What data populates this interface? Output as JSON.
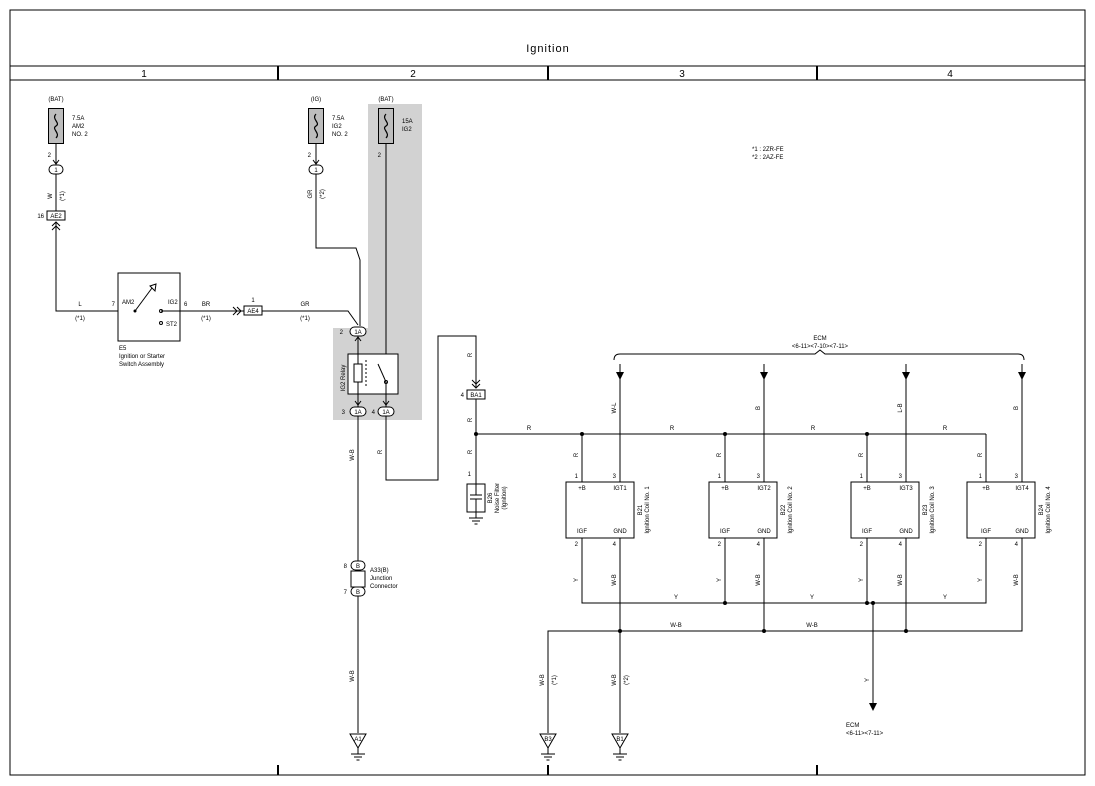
{
  "title": "Ignition",
  "zones": [
    "1",
    "2",
    "3",
    "4"
  ],
  "notes": {
    "n1": "*1 : 2ZR-FE",
    "n2": "*2 : 2AZ-FE"
  },
  "fuses": {
    "am2": {
      "source": "(BAT)",
      "l1": "7.5A",
      "l2": "AM2",
      "l3": "NO. 2",
      "pin": "2",
      "conn": "1"
    },
    "ig2no2": {
      "source": "(IG)",
      "l1": "7.5A",
      "l2": "IG2",
      "l3": "NO. 2",
      "pin": "2",
      "conn": "1"
    },
    "ig2": {
      "source": "(BAT)",
      "l1": "15A",
      "l2": "IG2",
      "pin": "2"
    }
  },
  "wires": {
    "w": "W",
    "w_var": "(*1)",
    "gr": "GR",
    "gr_var": "(*2)",
    "l": "L",
    "l_var": "(*1)",
    "br": "BR",
    "br_var": "(*1)",
    "gr2": "GR",
    "gr2_var": "(*1)",
    "wb": "W-B",
    "r": "R",
    "wl": "W-L",
    "b": "B",
    "lb": "L-B",
    "y": "Y",
    "wb_var1": "(*1)",
    "wb_var2": "(*2)"
  },
  "connectors": {
    "ae2": {
      "pin": "16",
      "name": "AE2"
    },
    "ae4": {
      "pin": "1",
      "name": "AE4"
    },
    "ba1": {
      "pin": "4",
      "name": "BA1"
    },
    "j1a_top": {
      "pin": "2",
      "name": "1A"
    },
    "j1a_left": {
      "pin": "3",
      "name": "1A"
    },
    "j1a_right": {
      "pin": "4",
      "name": "1A"
    },
    "jb_top": {
      "pin": "8",
      "name": "B"
    },
    "jb_bot": {
      "pin": "7",
      "name": "B"
    }
  },
  "switch": {
    "code": "E5",
    "name1": "Ignition or Starter",
    "name2": "Switch Assembly",
    "am2": "AM2",
    "ig2": "IG2",
    "st2": "ST2",
    "pin_am2": "7",
    "pin_ig2": "6"
  },
  "relay": {
    "name": "IG2 Relay"
  },
  "junction": {
    "code": "A33(B)",
    "name1": "Junction",
    "name2": "Connector"
  },
  "noise_filter": {
    "code": "B26",
    "name1": "Noise Filter",
    "name2": "(Ignition)",
    "pin": "1"
  },
  "ecm": {
    "label": "ECM",
    "refs": "<6-11><7-10><7-11>",
    "label_bottom": "ECM",
    "refs_bottom": "<6-11><7-11>"
  },
  "coils": [
    {
      "code": "B21",
      "name": "Ignition Coil No. 1",
      "b": "+B",
      "igt": "IGT1",
      "igf": "IGF",
      "gnd": "GND",
      "p1": "1",
      "p2": "3",
      "p3": "2",
      "p4": "4"
    },
    {
      "code": "B22",
      "name": "Ignition Coil No. 2",
      "b": "+B",
      "igt": "IGT2",
      "igf": "IGF",
      "gnd": "GND",
      "p1": "1",
      "p2": "3",
      "p3": "2",
      "p4": "4"
    },
    {
      "code": "B23",
      "name": "Ignition Coil No. 3",
      "b": "+B",
      "igt": "IGT3",
      "igf": "IGF",
      "gnd": "GND",
      "p1": "1",
      "p2": "3",
      "p3": "2",
      "p4": "4"
    },
    {
      "code": "B24",
      "name": "Ignition Coil No. 4",
      "b": "+B",
      "igt": "IGT4",
      "igf": "IGF",
      "gnd": "GND",
      "p1": "1",
      "p2": "3",
      "p3": "2",
      "p4": "4"
    }
  ],
  "grounds": {
    "a1": "A1",
    "b3": "B3",
    "b1": "B1"
  }
}
